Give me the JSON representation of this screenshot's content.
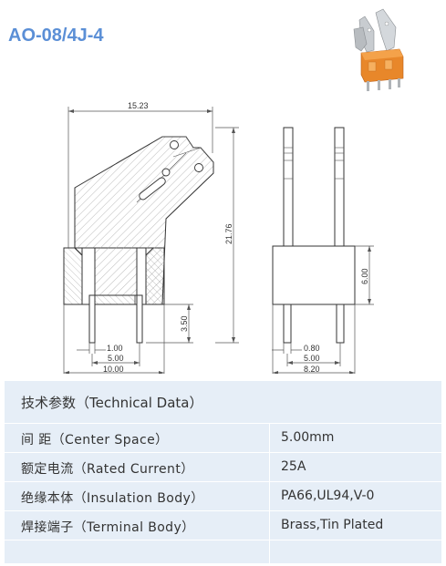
{
  "product_code": "AO-08/4J-4",
  "dimensions": {
    "overall_width": "15.23",
    "overall_height": "21.76",
    "pin_length": "3.50",
    "pin_width": "1.00",
    "pitch_front": "5.00",
    "base_width_front": "10.00",
    "body_height": "6.00",
    "pin_thickness": "0.80",
    "pitch_side": "5.00",
    "base_width_side": "8.20"
  },
  "technical_data": {
    "heading": "技术参数（Technical Data）",
    "rows": [
      {
        "label": "间      距（Center Space）",
        "value": "5.00mm"
      },
      {
        "label": "额定电流（Rated Current）",
        "value": "25A"
      },
      {
        "label": "绝缘本体（Insulation Body）",
        "value": "PA66,UL94,V-0"
      },
      {
        "label": "焊接端子（Terminal Body）",
        "value": "Brass,Tin Plated"
      },
      {
        "label": "",
        "value": ""
      }
    ]
  },
  "colors": {
    "title": "#5b8fd6",
    "table_background": "#e6eef7",
    "housing_orange": "#e8872a",
    "terminal_silver": "#c8ccd0"
  }
}
